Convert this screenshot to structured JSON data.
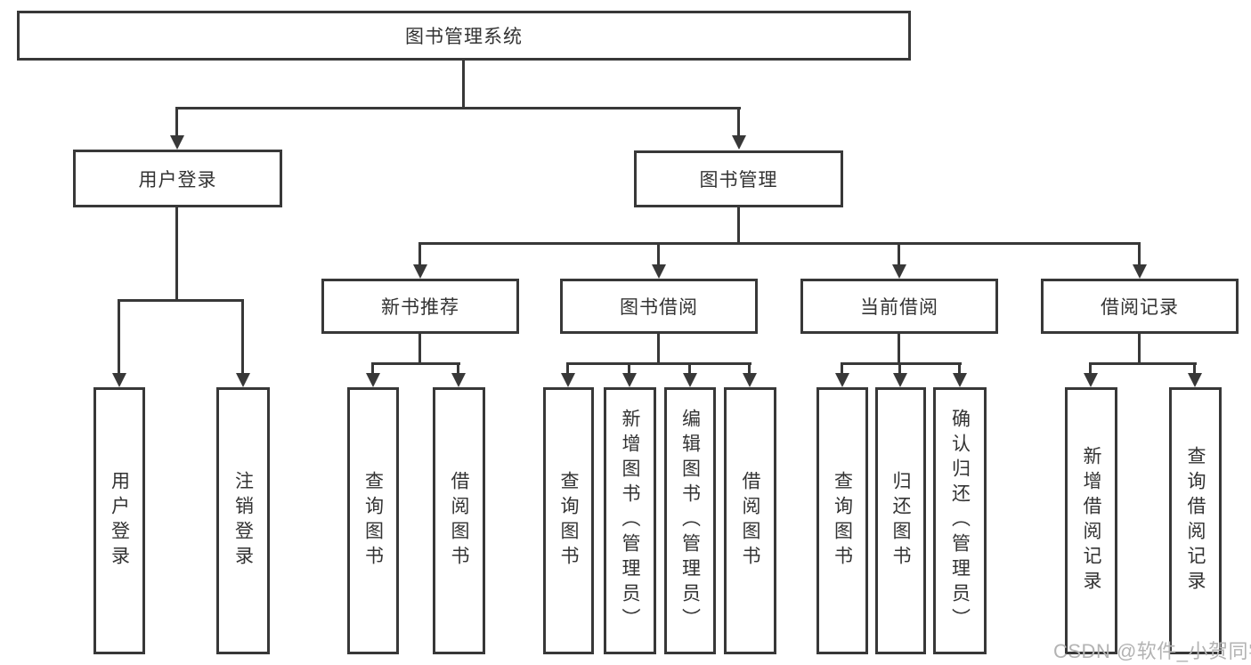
{
  "tree": {
    "root": {
      "label": "图书管理系统"
    },
    "branches": [
      {
        "label": "用户登录",
        "children": [
          {
            "label": "用户登录"
          },
          {
            "label": "注销登录"
          }
        ]
      },
      {
        "label": "图书管理",
        "children": [
          {
            "label": "新书推荐",
            "children": [
              {
                "label": "查询图书"
              },
              {
                "label": "借阅图书"
              }
            ]
          },
          {
            "label": "图书借阅",
            "children": [
              {
                "label": "查询图书"
              },
              {
                "label": "新增图书（管理员）"
              },
              {
                "label": "编辑图书（管理员）"
              },
              {
                "label": "借阅图书"
              }
            ]
          },
          {
            "label": "当前借阅",
            "children": [
              {
                "label": "查询图书"
              },
              {
                "label": "归还图书"
              },
              {
                "label": "确认归还（管理员）"
              }
            ]
          },
          {
            "label": "借阅记录",
            "children": [
              {
                "label": "新增借阅记录"
              },
              {
                "label": "查询借阅记录"
              }
            ]
          }
        ]
      }
    ]
  },
  "watermark": {
    "text": "CSDN @软件_小贺同学"
  },
  "colors": {
    "line": "#383838",
    "box_border": "#383838",
    "box_background": "#ffffff",
    "text": "#333333",
    "watermark": "#b3b3b3"
  }
}
